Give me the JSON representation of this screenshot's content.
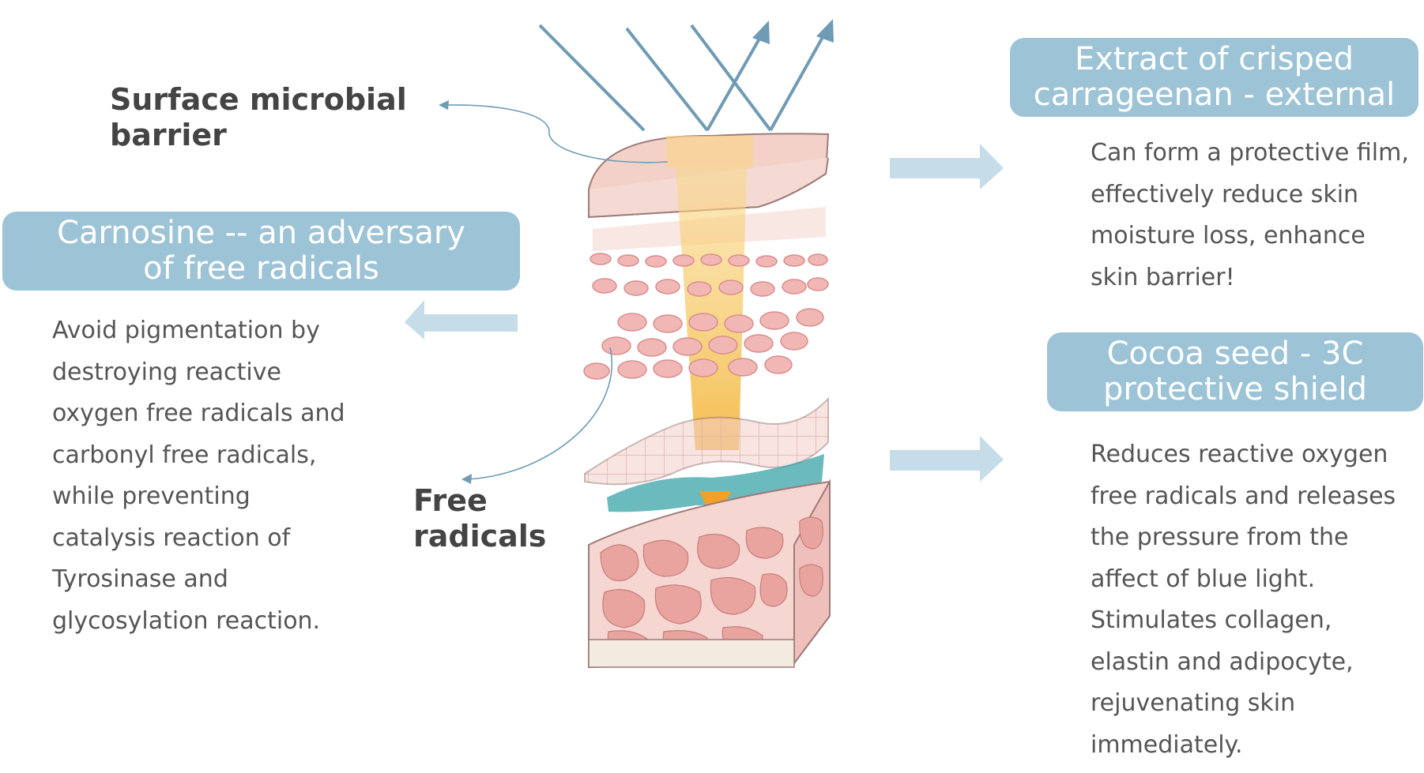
{
  "surface_label": [
    "Surface microbial",
    "barrier"
  ],
  "free_radicals_label": [
    "Free",
    "radicals"
  ],
  "left_banner": [
    "Carnosine -- an adversary",
    "of free radicals"
  ],
  "left_text": [
    "Avoid pigmentation by",
    "destroying reactive",
    "oxygen free radicals and",
    "carbonyl free radicals,",
    "while preventing",
    "catalysis reaction of",
    "Tyrosinase and",
    "glycosylation reaction."
  ],
  "right_top_banner": [
    "Extract of crisped",
    "carrageenan - external"
  ],
  "right_top_text": [
    "Can form a protective film,",
    "effectively reduce skin",
    "moisture loss, enhance",
    "skin barrier!"
  ],
  "right_bottom_banner": [
    "Cocoa seed - 3C",
    "protective shield"
  ],
  "right_bottom_text": [
    "Reduces reactive oxygen",
    "free radicals and releases",
    "the pressure from the",
    "affect of blue light.",
    "Stimulates collagen,",
    "elastin and adipocyte,",
    "rejuvenating skin",
    "immediately."
  ],
  "colors": {
    "banner": "#9dc3d6",
    "arrow": "#c6dce8",
    "light_ray": "#6f9bb4",
    "skin": "#f3cfc9",
    "beam": "#f7c95a"
  }
}
